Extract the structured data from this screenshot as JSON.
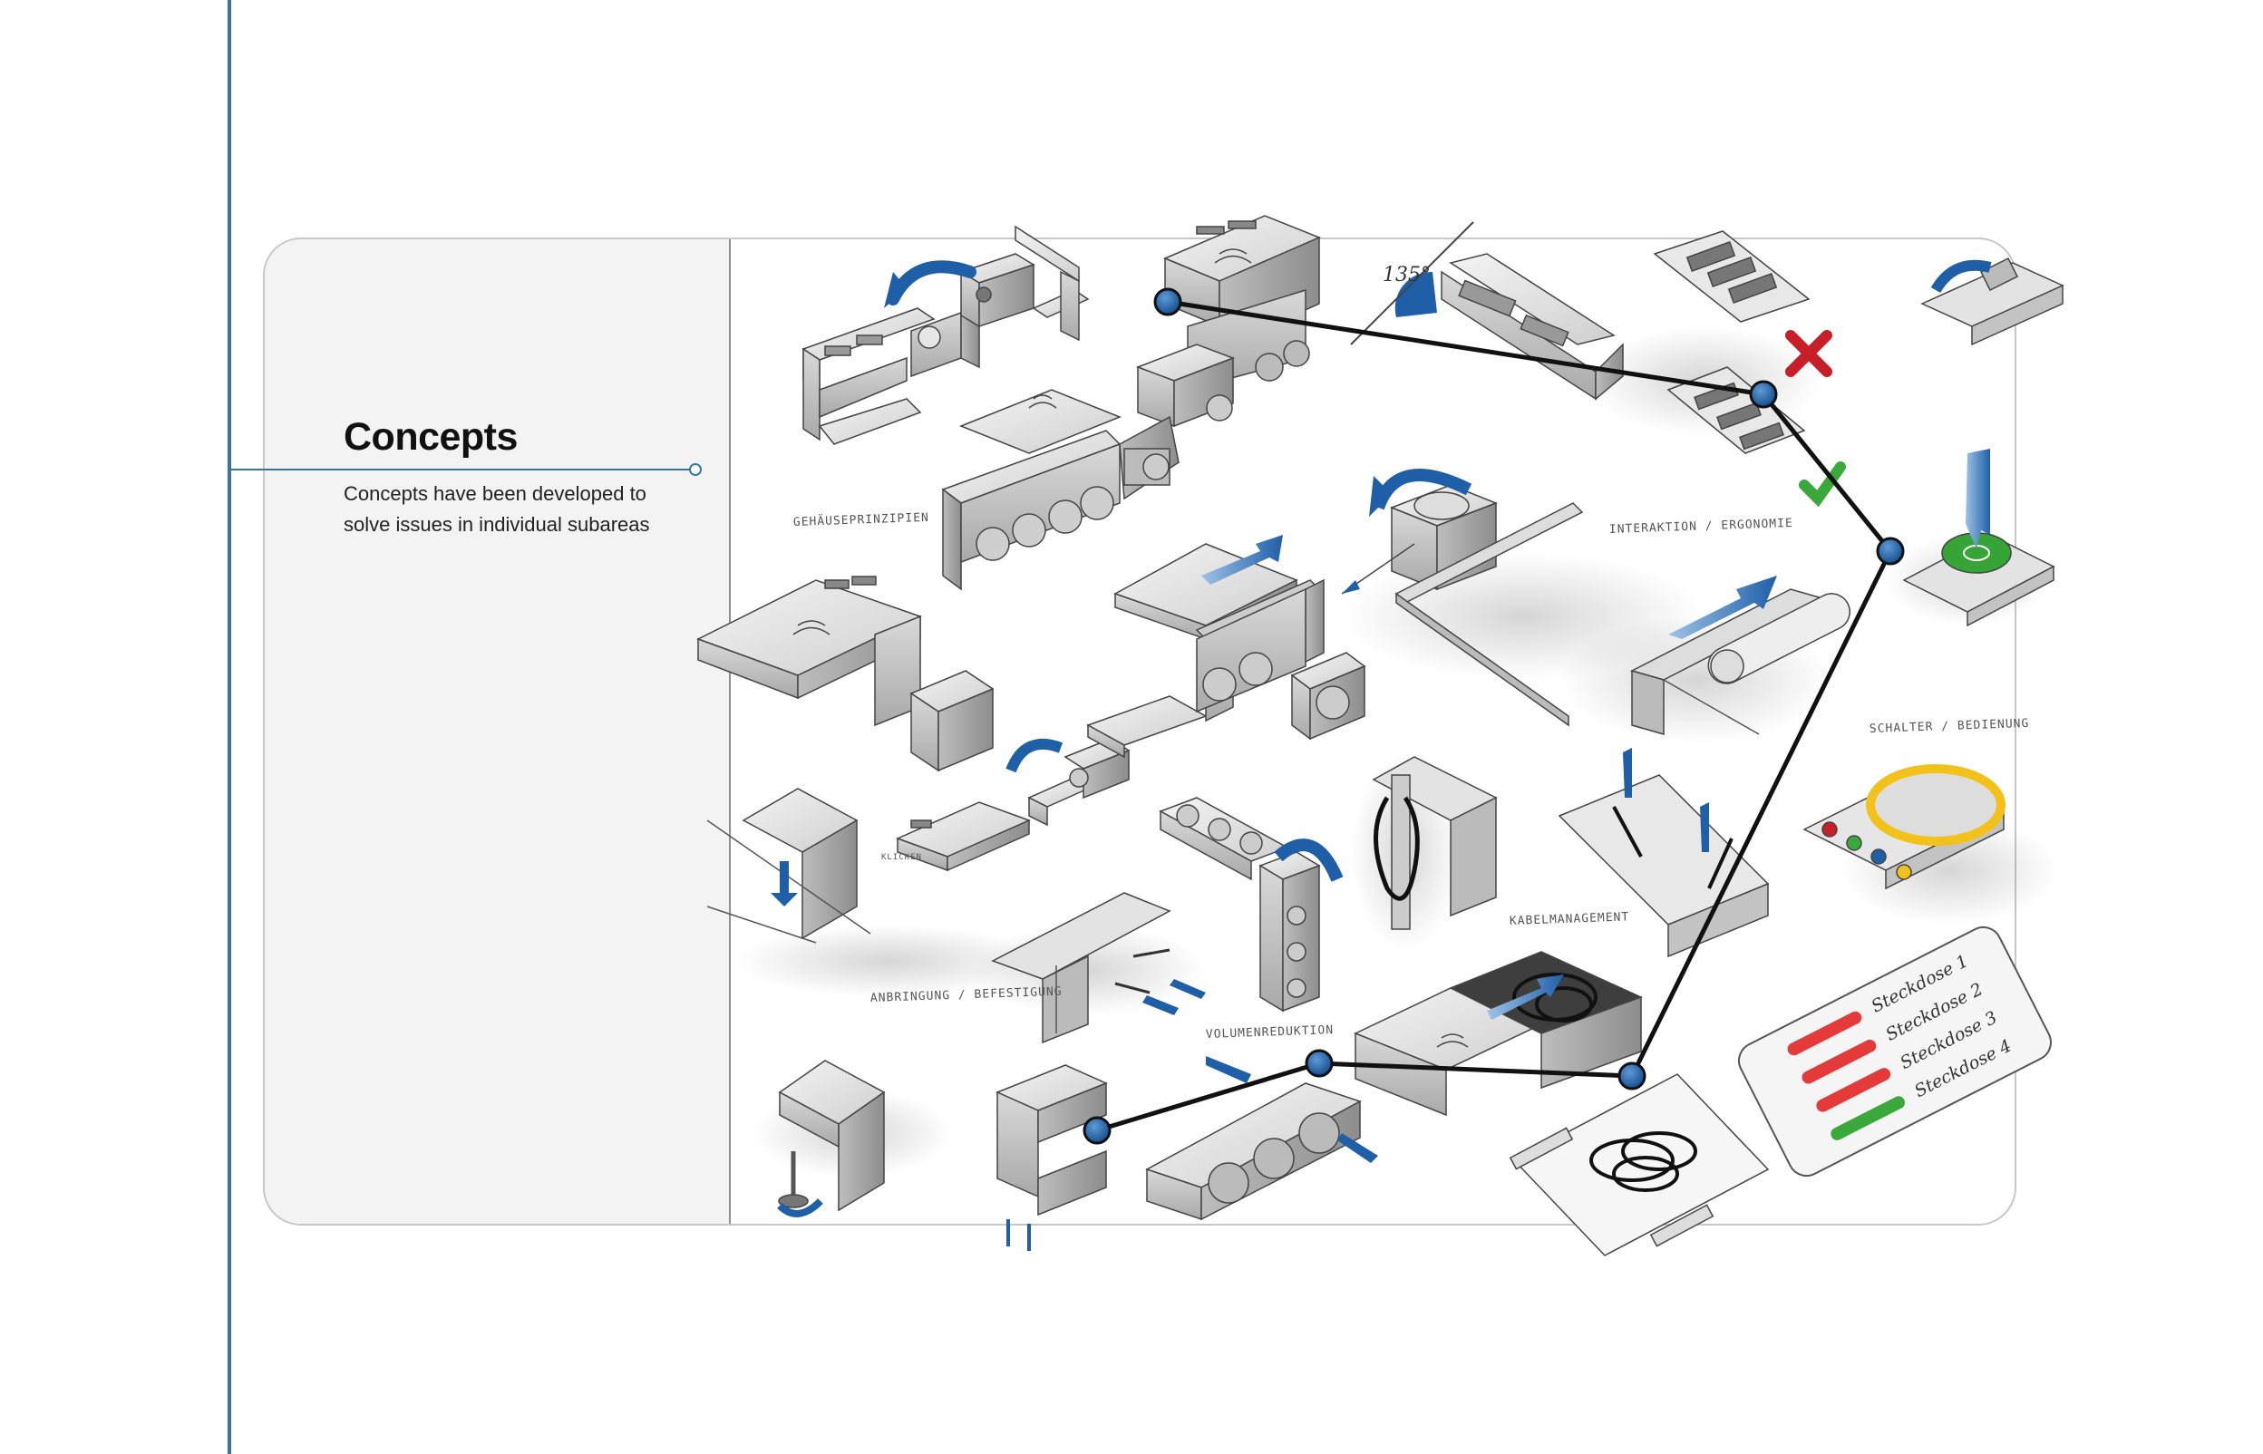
{
  "section": {
    "title": "Concepts",
    "description": "Concepts have been developed to solve issues in individual subareas"
  },
  "sketch_labels": {
    "housing": "GEHÄUSEPRINZIPIEN",
    "interaction": "INTERAKTION / ERGONOMIE",
    "switch": "SCHALTER / BEDIENUNG",
    "cable": "KABELMANAGEMENT",
    "mounting": "ANBRINGUNG / BEFESTIGUNG",
    "volume": "VOLUMENREDUKTION",
    "angle": "135°",
    "small_tag": "KLICKEN"
  },
  "phone": {
    "items": [
      {
        "label": "Steckdose 1",
        "status": "off"
      },
      {
        "label": "Steckdose 2",
        "status": "off"
      },
      {
        "label": "Steckdose 3",
        "status": "off"
      },
      {
        "label": "Steckdose 4",
        "status": "on"
      }
    ]
  },
  "colors": {
    "accent": "#3b74a6",
    "node": "#1f5fa8",
    "reject": "#c81e28",
    "accept": "#3aa83a",
    "switch_ring": "#f2c21b"
  }
}
